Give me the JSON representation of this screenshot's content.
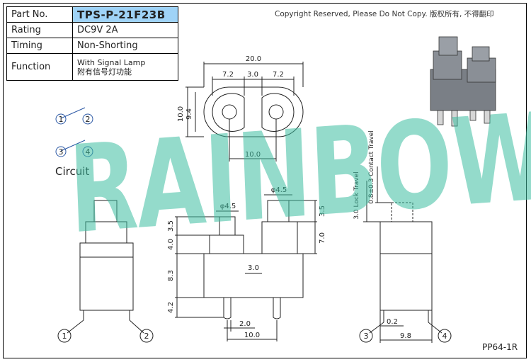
{
  "spec_table": {
    "part_no_label": "Part No.",
    "part_no_value": "TPS-P-21F23B",
    "rating_label": "Rating",
    "rating_value": "DC9V 2A",
    "timing_label": "Timing",
    "timing_value": "Non-Shorting",
    "function_label": "Function",
    "function_value_en": "With Signal Lamp",
    "function_value_cn": "附有信号灯功能"
  },
  "copyright": "Copyright Reserved, Please Do Not Copy. 版权所有, 不得翻印",
  "watermark": "RAINBOW",
  "circuit": {
    "label": "Circuit",
    "terminals": [
      "1",
      "2",
      "3",
      "4"
    ]
  },
  "top_view": {
    "dims": [
      "20.0",
      "7.2",
      "3.0",
      "7.2",
      "10.0",
      "9.4",
      "10.0"
    ]
  },
  "front_view": {
    "dims": [
      "φ4.5",
      "φ4.5",
      "3.5",
      "7.0",
      "3.5",
      "4.0",
      "8.3",
      "4.2",
      "3.0",
      "2.0",
      "10.0"
    ]
  },
  "side_view": {
    "dims": [
      "3.0 Lock Travel",
      "0.8±0.3 Contact Travel",
      "0.2",
      "9.8"
    ],
    "terminals": [
      "3",
      "4"
    ]
  },
  "left_view": {
    "terminals": [
      "1",
      "2"
    ]
  },
  "model_code": "PP64-1R",
  "colors": {
    "part_no_bg": "#9fd3f7",
    "watermark": "#3cbea0",
    "line": "#222222"
  }
}
